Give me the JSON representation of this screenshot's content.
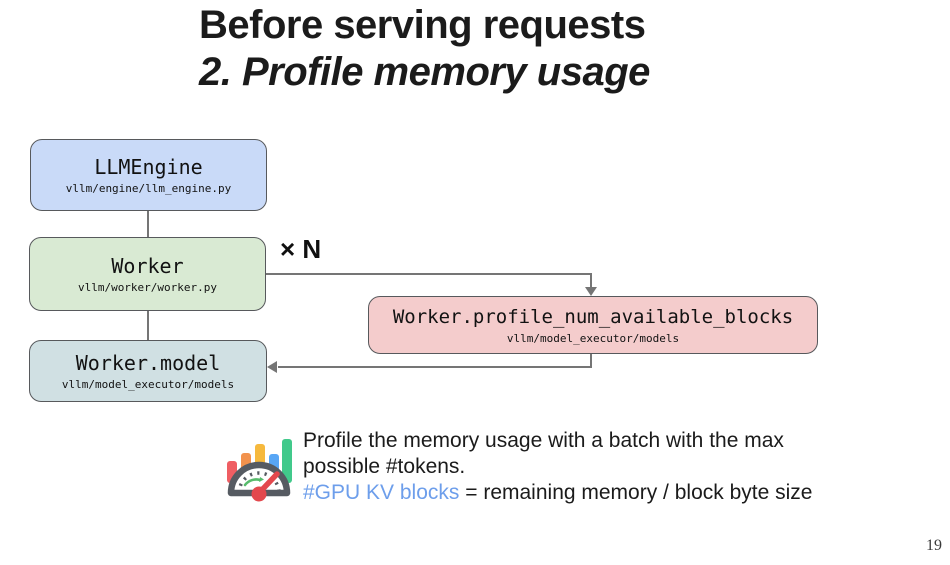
{
  "slide": {
    "title_line1": "Before serving requests",
    "title_line2": "2. Profile memory usage",
    "page_number": "19"
  },
  "diagram": {
    "multiplier_label": "× N",
    "boxes": [
      {
        "title": "LLMEngine",
        "subtitle": "vllm/engine/llm_engine.py",
        "fill": "#c9daf8"
      },
      {
        "title": "Worker",
        "subtitle": "vllm/worker/worker.py",
        "fill": "#d9ead3"
      },
      {
        "title": "Worker.model",
        "subtitle": "vllm/model_executor/models",
        "fill": "#d0e0e3"
      },
      {
        "title": "Worker.profile_num_available_blocks",
        "subtitle": "vllm/model_executor/models",
        "fill": "#f4cccc"
      }
    ]
  },
  "note": {
    "icon": "memory-gauge-icon",
    "line1": "Profile the memory usage with a batch with the max",
    "line2": "possible #tokens.",
    "highlight": "#GPU KV blocks",
    "line3_rest": " = remaining memory / block byte size",
    "highlight_color": "#6d9eeb"
  }
}
